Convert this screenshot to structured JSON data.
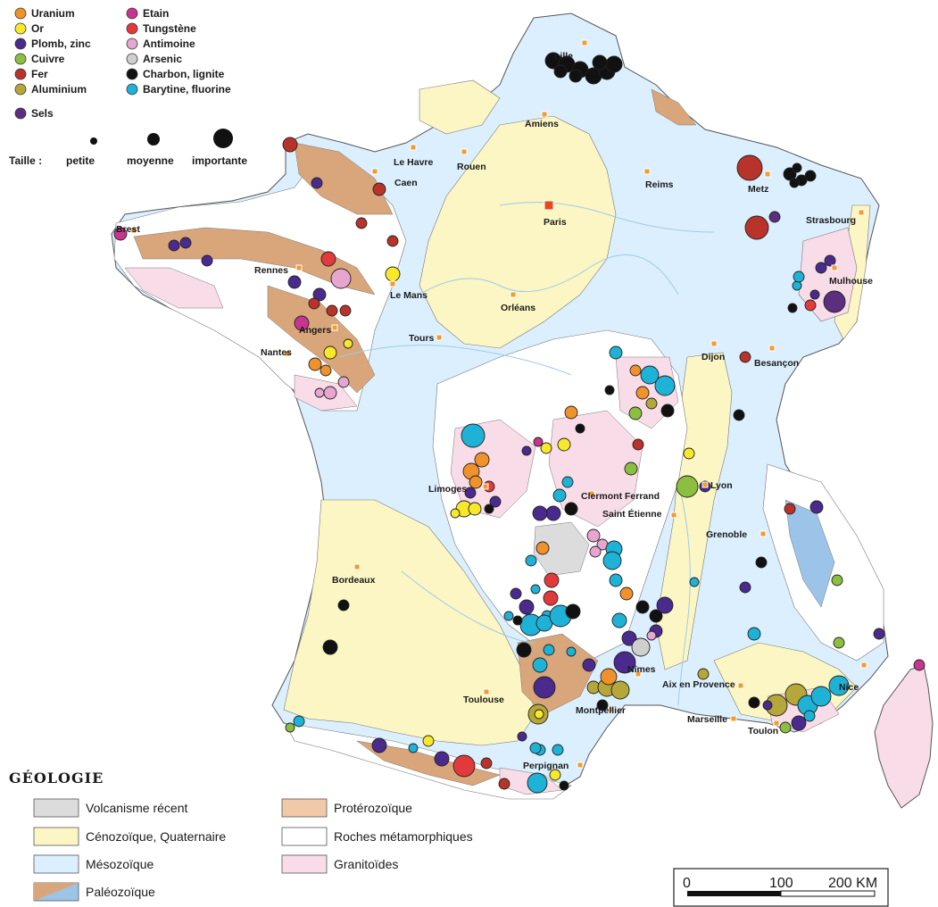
{
  "mineral_legend": [
    {
      "label": "Uranium",
      "color": "#f0922b"
    },
    {
      "label": "Or",
      "color": "#f7e82b"
    },
    {
      "label": "Plomb, zinc",
      "color": "#4a2a8c"
    },
    {
      "label": "Cuivre",
      "color": "#8cbf3f"
    },
    {
      "label": "Fer",
      "color": "#b8332a"
    },
    {
      "label": "Aluminium",
      "color": "#b5a73a"
    },
    {
      "label": "Etain",
      "color": "#c8358e"
    },
    {
      "label": "Tungstène",
      "color": "#e23a3a"
    },
    {
      "label": "Antimoine",
      "color": "#e6a6cf"
    },
    {
      "label": "Arsenic",
      "color": "#cfcfcf"
    },
    {
      "label": "Charbon, lignite",
      "color": "#111111"
    },
    {
      "label": "Barytine, fluorine",
      "color": "#1eb2d6"
    },
    {
      "label": "Sels",
      "color": "#5c2e7e"
    }
  ],
  "size_legend": {
    "prefix": "Taille :",
    "small": "petite",
    "medium": "moyenne",
    "large": "importante"
  },
  "geology": {
    "title": "GÉOLOGIE",
    "items": [
      {
        "label": "Volcanisme récent",
        "color": "#dcdcdc"
      },
      {
        "label": "Cénozoïque, Quaternaire",
        "color": "#fbf6c4"
      },
      {
        "label": "Mésozoïque",
        "color": "#dcefff"
      },
      {
        "label": "Paléozoïque",
        "color": "#d8a67a",
        "color2": "#9cc4e8"
      },
      {
        "label": "Protérozoïque",
        "color": "#f2c9a8"
      },
      {
        "label": "Roches métamorphiques",
        "color": "#ffffff"
      },
      {
        "label": "Granitoïdes",
        "color": "#f8dce8"
      }
    ]
  },
  "scale": {
    "labels": [
      "0",
      "100",
      "200 KM"
    ]
  },
  "cities": [
    "Lille",
    "Amiens",
    "Le Havre",
    "Rouen",
    "Caen",
    "Reims",
    "Metz",
    "Paris",
    "Strasbourg",
    "Brest",
    "Rennes",
    "Le Mans",
    "Orléans",
    "Mulhouse",
    "Angers",
    "Tours",
    "Nantes",
    "Dijon",
    "Besançon",
    "Limoges",
    "Clermont Ferrand",
    "Lyon",
    "Saint Étienne",
    "Grenoble",
    "Bordeaux",
    "Nîmes",
    "Nice",
    "Aix en Provence",
    "Toulouse",
    "Montpellier",
    "Marseille",
    "Toulon",
    "Perpignan"
  ],
  "deposit_counts": {
    "map_markers": "many"
  }
}
